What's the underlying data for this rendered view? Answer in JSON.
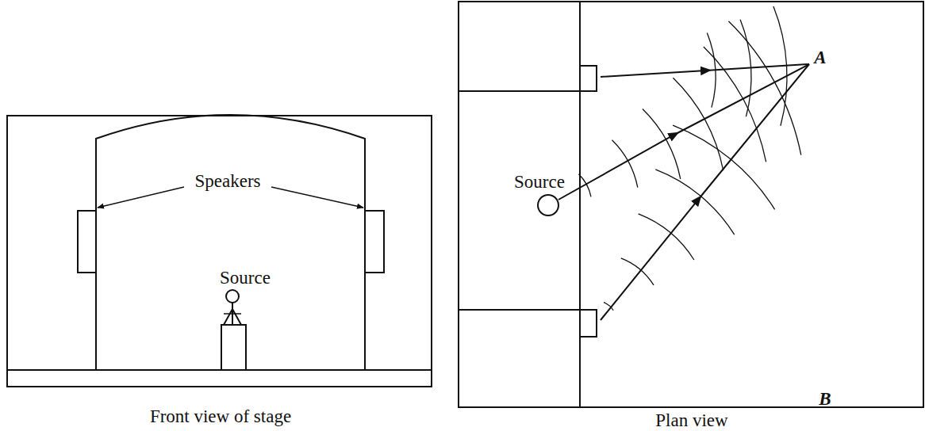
{
  "diagram": {
    "labels": [
      "Speakers",
      "Source",
      "Front view of stage",
      "Source",
      "A",
      "B",
      "Plan view"
    ]
  }
}
